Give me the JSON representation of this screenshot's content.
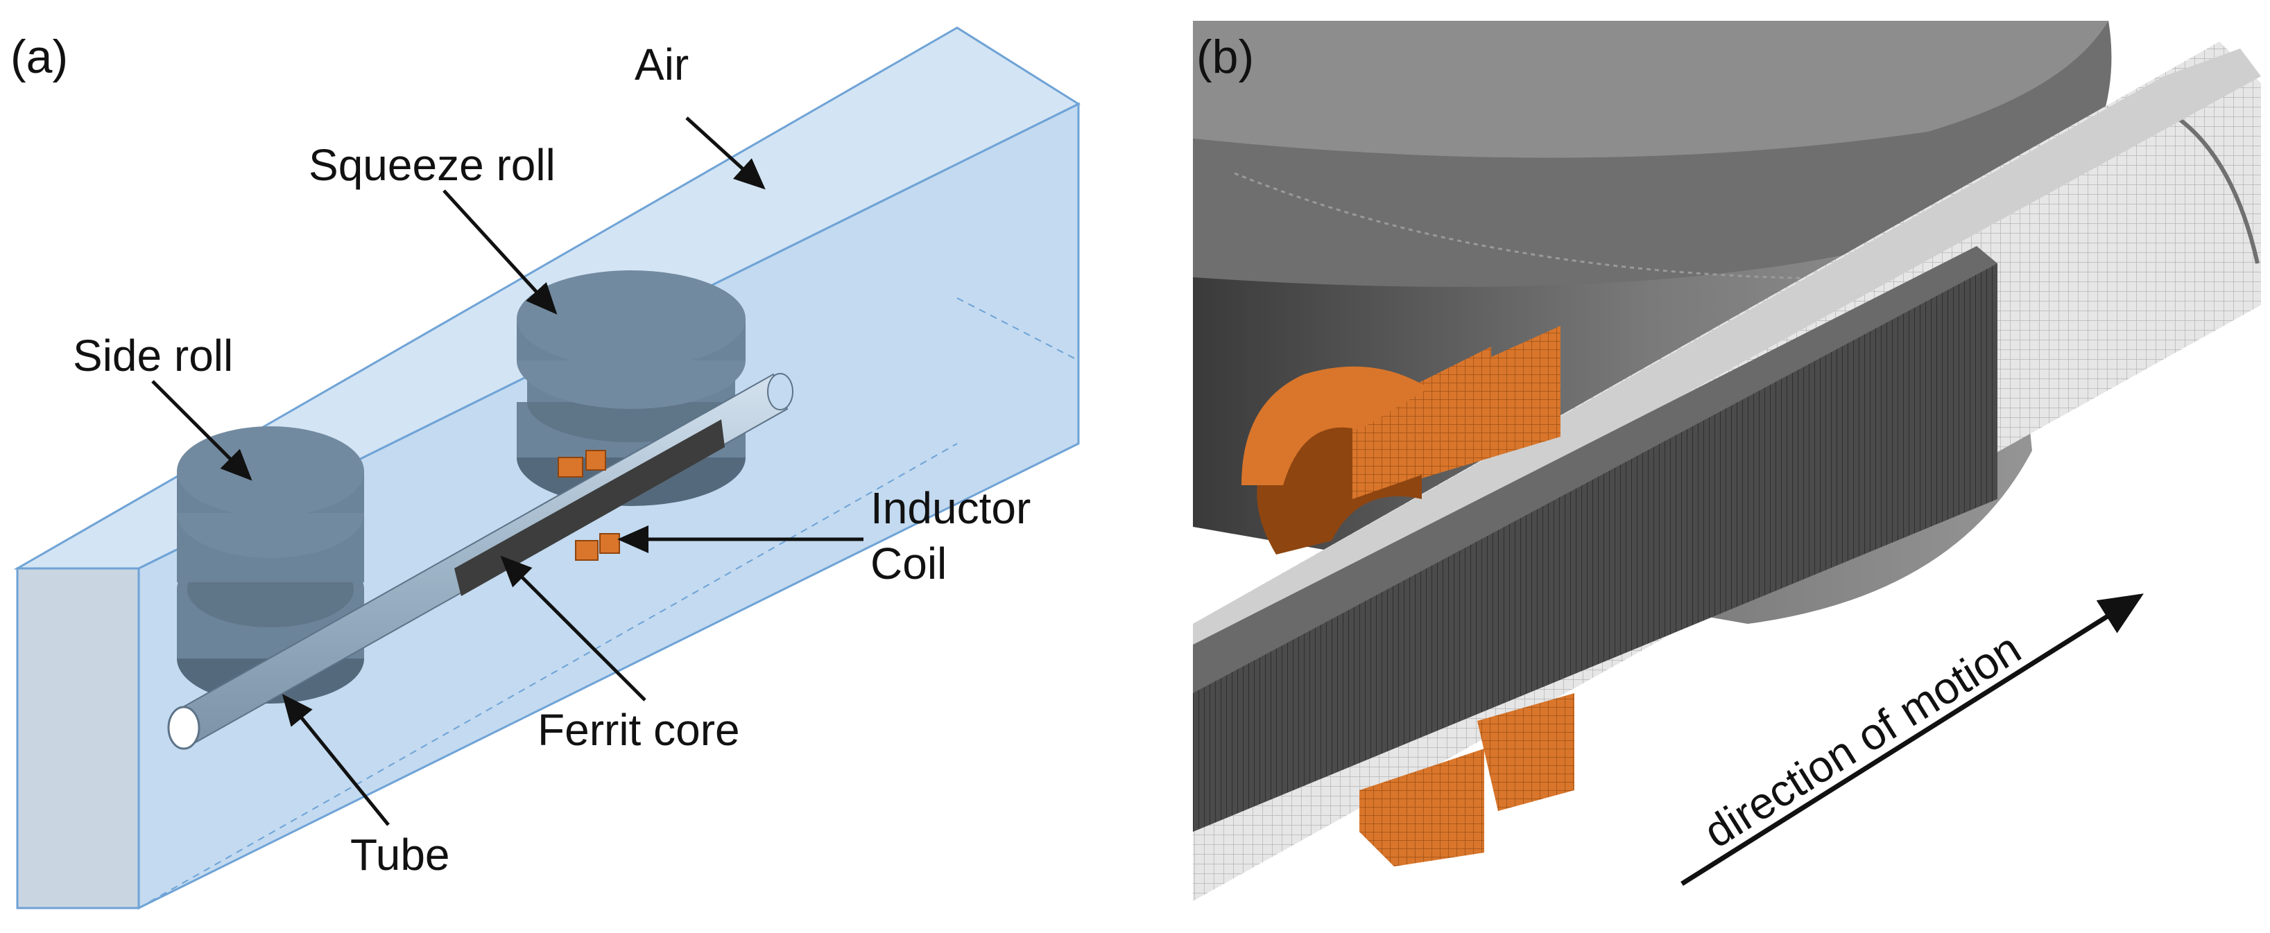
{
  "panel_a": {
    "tag": "(a)",
    "labels": {
      "air": "Air",
      "squeeze_roll": "Squeeze roll",
      "side_roll": "Side roll",
      "inductor_line1": "Inductor",
      "inductor_line2": "Coil",
      "ferrit_core": "Ferrit core",
      "tube": "Tube"
    }
  },
  "panel_b": {
    "tag": "(b)",
    "arrow_label": "direction of motion"
  },
  "colors": {
    "air_fill": "#c3daf0",
    "air_edge": "#6fa3d6",
    "roll": "#6c8499",
    "roll_dark": "#55697c",
    "tube": "#9fb5c8",
    "ferrite": "#3d3d3d",
    "coil": "#d9762b",
    "mesh_light": "#d8d8d8",
    "mesh_dark": "#4a4a4a",
    "roll_gray": "#8f8f8f"
  }
}
